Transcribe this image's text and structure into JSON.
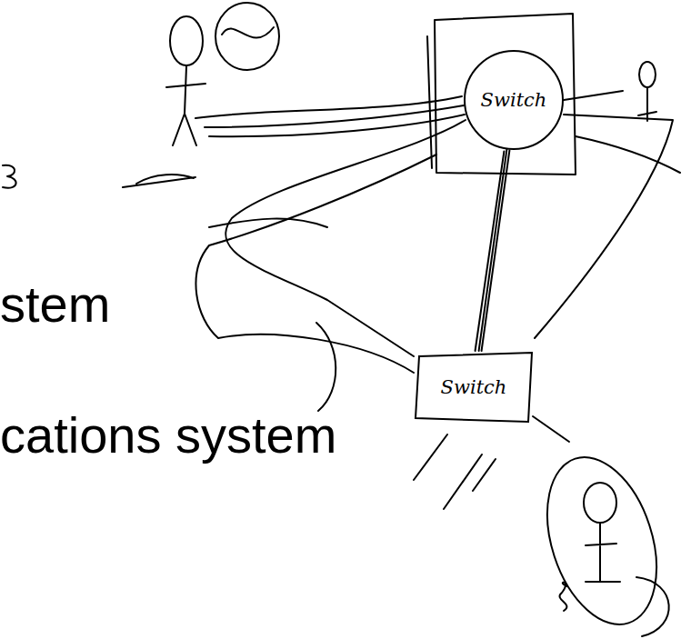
{
  "diagram": {
    "nodes": [
      {
        "text": [
          "Switch"
        ]
      },
      {
        "text": [
          "Switch"
        ]
      }
    ],
    "edges": [
      {
        "from": 0,
        "to": 1,
        "arrow": "none"
      }
    ],
    "labels": [
      "stem",
      "cations system"
    ]
  }
}
